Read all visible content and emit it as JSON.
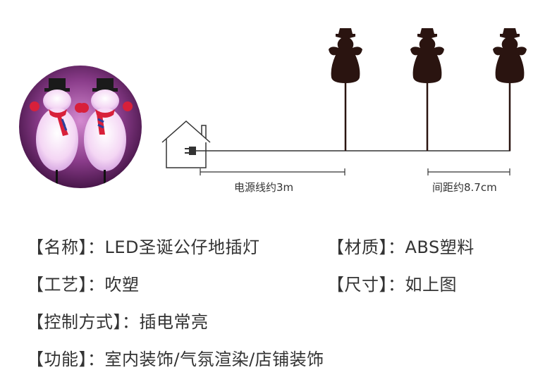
{
  "diagram": {
    "cable_length_label": "电源线约3m",
    "spacing_label": "间距约8.7cm"
  },
  "specs": {
    "name": {
      "key": "【名称】：",
      "value": "LED圣诞公仔地插灯"
    },
    "material": {
      "key": "【材质】：",
      "value": "ABS塑料"
    },
    "process": {
      "key": "【工艺】：",
      "value": "吹塑"
    },
    "size": {
      "key": "【尺寸】：",
      "value": "如上图"
    },
    "control": {
      "key": "【控制方式】：",
      "value": "插电常亮"
    },
    "function": {
      "key": "【功能】：",
      "value": "室内装饰/气氛渲染/店铺装饰"
    }
  },
  "colors": {
    "silhouette": "#2a1410",
    "line": "#333333",
    "photo_bg": "#6a2a6a",
    "scarf_red": "#d8203a",
    "scarf_blue": "#2c3f9c"
  }
}
